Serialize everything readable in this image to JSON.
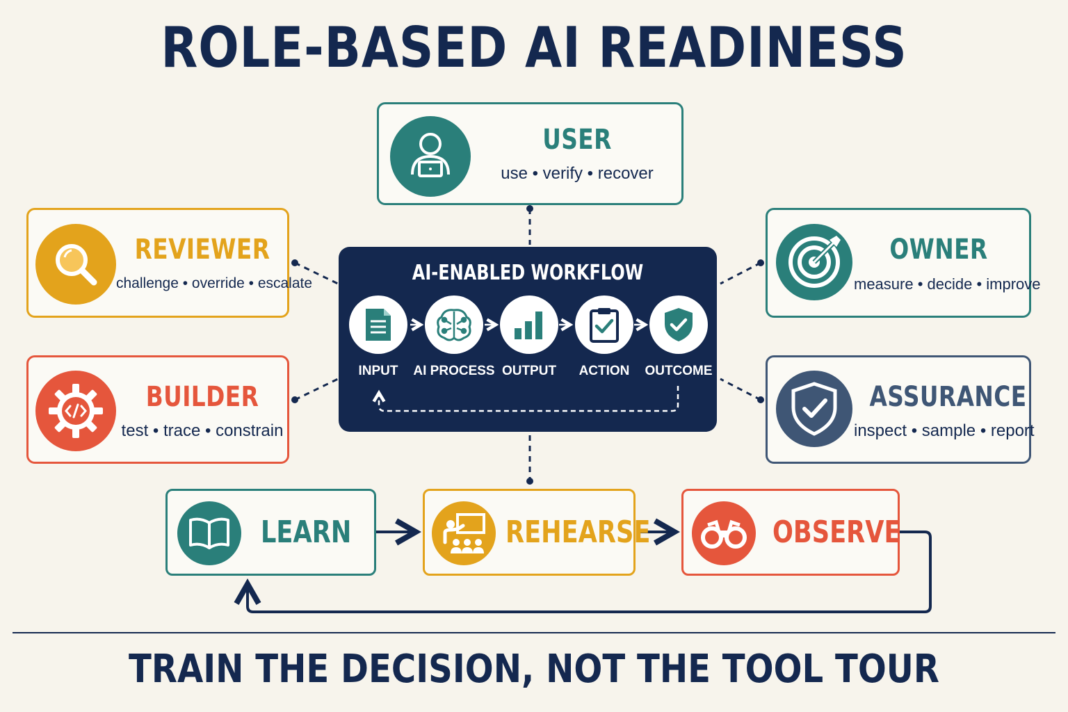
{
  "title": "ROLE-BASED AI READINESS",
  "colors": {
    "navy": "#14284f",
    "teal": "#2a7f7a",
    "amber": "#e3a31c",
    "coral": "#e5563c",
    "slate": "#3f5675",
    "background": "#f7f4ec"
  },
  "roles": {
    "user": {
      "title": "USER",
      "actions": "use • verify • recover",
      "icon": "user-laptop-icon"
    },
    "reviewer": {
      "title": "REVIEWER",
      "actions": "challenge • override • escalate",
      "icon": "magnifier-icon"
    },
    "builder": {
      "title": "BUILDER",
      "actions": "test • trace • constrain",
      "icon": "gear-code-icon"
    },
    "owner": {
      "title": "OWNER",
      "actions": "measure • decide • improve",
      "icon": "target-icon"
    },
    "assurance": {
      "title": "ASSURANCE",
      "actions": "inspect • sample • report",
      "icon": "shield-check-icon"
    }
  },
  "workflow": {
    "title": "AI-ENABLED WORKFLOW",
    "steps": [
      {
        "label": "INPUT",
        "icon": "document-icon"
      },
      {
        "label": "AI PROCESS",
        "icon": "brain-icon"
      },
      {
        "label": "OUTPUT",
        "icon": "bar-chart-icon"
      },
      {
        "label": "ACTION",
        "icon": "clipboard-check-icon"
      },
      {
        "label": "OUTCOME",
        "icon": "shield-check-icon"
      }
    ]
  },
  "cycle": {
    "learn": {
      "label": "LEARN",
      "icon": "book-icon"
    },
    "rehearse": {
      "label": "REHEARSE",
      "icon": "presenter-icon"
    },
    "observe": {
      "label": "OBSERVE",
      "icon": "binoculars-icon"
    }
  },
  "footer": "TRAIN THE DECISION, NOT THE TOOL TOUR"
}
